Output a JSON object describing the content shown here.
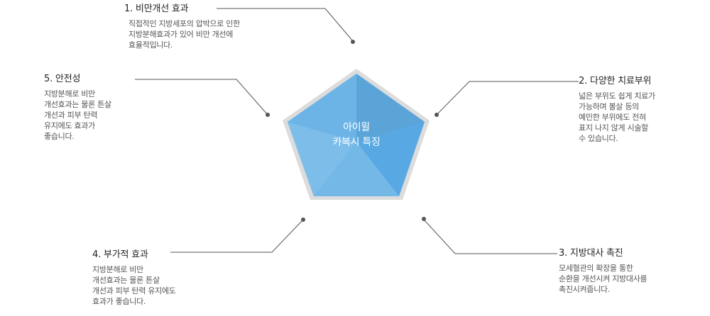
{
  "center": {
    "line1": "아이윌",
    "line2": "카복시 특징"
  },
  "colors": {
    "pentagon_outer": "#dcdcdc",
    "pentagon_fill": "#62aee3",
    "connector": "#555555"
  },
  "items": [
    {
      "title": "1. 비만개선 효과",
      "desc": "직접적인 지방세포의 압박으로 인한\n지방분해효과가 있어 비만 개선에\n효율적입니다."
    },
    {
      "title": "2. 다양한 치료부위",
      "desc": "넓은 부위도 쉽게 치료가\n가능하며 볼살 등의\n예민한 부위에도 전혀\n표지 나지 않게 시술할\n수 있습니다."
    },
    {
      "title": "3. 지방대사 촉진",
      "desc": "모세혈관의 확장을 통한\n순환을 개선시켜 지방대사를\n촉진시켜줍니다."
    },
    {
      "title": "4. 부가적 효과",
      "desc": "지방분해로 비만\n개선효과는 물론 튼살\n개선과 피부 탄력 유지에도\n효과가 좋습니다."
    },
    {
      "title": "5. 안전성",
      "desc": "지방분해로 비만\n개선효과는 물론 튼살\n개선과 피부 탄력\n유지에도 효과가\n좋습니다."
    }
  ]
}
